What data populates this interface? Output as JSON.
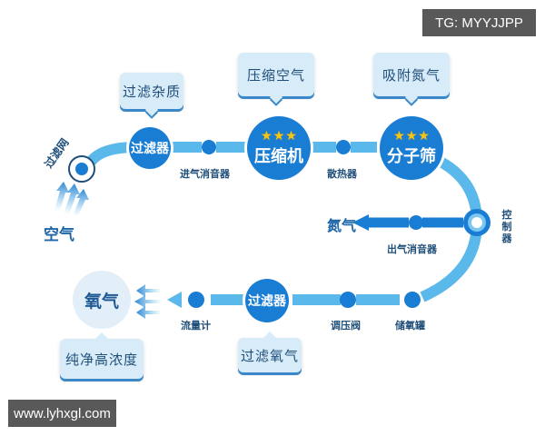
{
  "watermarks": {
    "top_right": "TG: MYYJJPP",
    "bottom_left": "www.lyhxgl.com"
  },
  "colors": {
    "pipe_light": "#5ab8ea",
    "node_blue": "#1a7dd4",
    "text_dark": "#1f4e79",
    "callout_bg": "#d7ebf8",
    "star": "#f5c518"
  },
  "input": {
    "filter_mesh_label": "过滤网",
    "air_label": "空气"
  },
  "nodes": {
    "filter1": {
      "label": "过滤器",
      "callout": "过滤杂质"
    },
    "intake_muffler": {
      "label": "进气消音器"
    },
    "compressor": {
      "label": "压缩机",
      "stars": 3,
      "callout": "压缩空气"
    },
    "radiator": {
      "label": "散热器"
    },
    "molecular_sieve": {
      "label": "分子筛",
      "stars": 3,
      "callout": "吸附氮气"
    },
    "controller": {
      "label": "控制器",
      "chars": [
        "控",
        "制",
        "器"
      ]
    },
    "exhaust_muffler": {
      "label": "出气消音器"
    },
    "nitrogen_out": {
      "label": "氮气"
    },
    "oxygen_tank": {
      "label": "储氧罐"
    },
    "pressure_valve": {
      "label": "调压阀"
    },
    "filter2": {
      "label": "过滤器",
      "callout": "过滤氧气"
    },
    "flowmeter": {
      "label": "流量计"
    },
    "oxygen_out": {
      "label": "氧气",
      "callout": "纯净高浓度"
    }
  }
}
